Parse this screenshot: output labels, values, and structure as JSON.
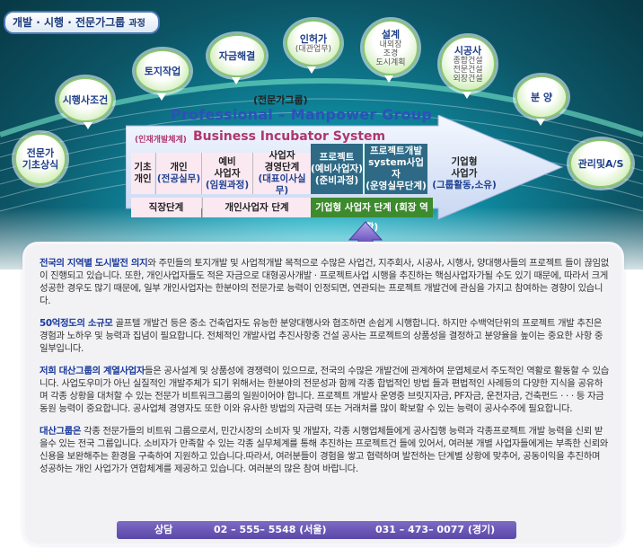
{
  "header": {
    "title": "개발 · 시행 · 전문가그룹",
    "title_suffix": "과정"
  },
  "circles": [
    {
      "label": "전문가\n기초상식"
    },
    {
      "label": "시행사조건"
    },
    {
      "label": "토지작업"
    },
    {
      "label": "자금해결"
    },
    {
      "label": "인허가",
      "sub": "(대관업무)"
    },
    {
      "label": "설계",
      "sub": "내외장\n조경\n도시계획"
    },
    {
      "label": "시공사",
      "sub": "종합건설\n전문건설\n외장건설"
    },
    {
      "label": "분 양"
    },
    {
      "label": "관리및A/S"
    }
  ],
  "group": {
    "subtitle": "(전문가그룹)",
    "title": "Professional –  Manpower Group",
    "bi_label": "(인재개발체계)",
    "bi_title": "Business Incubator System"
  },
  "table": {
    "cols": [
      {
        "line1": "기초",
        "line2": "개인",
        "line3": ""
      },
      {
        "line1": "개인",
        "line2": "(전공실무)",
        "line3": ""
      },
      {
        "line1": "예비",
        "line2": "사업자",
        "line3": "(임원과정)"
      },
      {
        "line1": "사업자",
        "line2": "경영단계",
        "line3": "(대표이사실무)"
      },
      {
        "line1": "프로젝트",
        "line2": "(예비사업자)",
        "line3": "(준비과정)"
      },
      {
        "line1": "프로젝트개발",
        "line2": "system사업자",
        "line3": "(운영실무단계)"
      },
      {
        "line1": "기업형",
        "line2": "사업가",
        "line3": "(그룹활동,소유)"
      }
    ],
    "stages": [
      "직장단계",
      "개인사업자 단계",
      "기업형 사업자 단계 (회장 역활)"
    ]
  },
  "content": {
    "p1_hl": "전국의 지역별 도시발전 의지",
    "p1": "와  주민들의 토지개발 및 사업적개발 목적으로 수많은 사업건,  지주회사, 시공사, 시행사, 양대행사들의 프로젝트 들이 끊임없이 진행되고 있습니다.   또한, 개인사업자들도  적은 자금으로 대형공사개발 · 프로젝트사업 시행을 추진하는 핵심사업자가될 수도 있기 때문에,  따라서 크게 성공한 경우도 많기 때문에,   일부 개인사업자는 한분야의 전문가로 능력이 인정되면,  연관되는 프로젝트 개발건에 관심을 가지고 참여하는 경향이 있습니다.",
    "p2_hl": "50억정도의 소규모",
    "p2": " 골프텔 개발건 등은    중소 건축업자도 유능한 분양대행사와 협조하면 손쉽게 시행합니다. 하지만 수백억단위의 프로젝트 개발 추진은 경험과 노하우 및 능력과 집념이 필요합니다.   전체적인 개발사업 추진사항중  건설 공사는 프로젝트의 상품성을 결정하고 분양율을 높이는 중요한 사항 중 일부입니다.",
    "p3_hl": "저희 대산그룹의 계열사업자",
    "p3": "들은   공사설계 및 상품성에 경쟁력이 있으므로,  전국의 수많은 개발건에 관계하여 문엽체로서 주도적인 역활로 활동할 수 있습니다. 사업도우미가 아닌   실질적인 개발주체가 되기 위해서는    한분야의 전문성과 함께 각종 합법적인 방법 들과   편법적인 사례등의   다양한 지식을 공유하며   각종 상황을 대처할 수 있는  전문가 비트워크그룹의 일원이어야 합니다.  프로젝트 개발사 운영중 브릿지자금, PF자금, 운전자금, 건축펀드 · · · 등 자금동원 능력이 중요합니다.  공사업체 경영자도 또한 이와 유사한 방법의  자금력 또는 거래처를 많이 확보할 수 있는 능력이 공사수주에  필요합니다.",
    "p4_hl": "대산그룹은",
    "p4": "  각종 전문가들의 비트워 그룹으로서,     민간시장의  소비자 및 개발자, 각종 시행업체들에게 공사집행 능력과 각종프로젝트 개발 능력을  신뢰 받을수 있는  전국 그룹입니다.  소비자가 만족할 수 있는 각종 실무체계를 통해 추진하는 프로젝트건 들에 있어서, 여러분 개별 사업자들에게는  부족한 신뢰와 신용을 보완해주는  환경을 구축하여 지원하고 있습니다.따라서,  여러분들이 경험을 쌓고 협력하며 발전하는 단계별 상황에 맞추어,    공동이익을 추진하며 성공하는 개인 사업가가 연합체계를  제공하고 있습니다. 여러분의 많은 참여 바랍니다."
  },
  "contact": {
    "label": "상담",
    "phone1": "02 – 555– 5548 (서울)",
    "phone2": "031 – 473– 0077 (경기)"
  },
  "colors": {
    "header_teal": "#0f8ea5",
    "highlight_blue": "#1a3a9a",
    "bi_pink": "#b0356e",
    "contact_purple": "#5a47a8"
  }
}
